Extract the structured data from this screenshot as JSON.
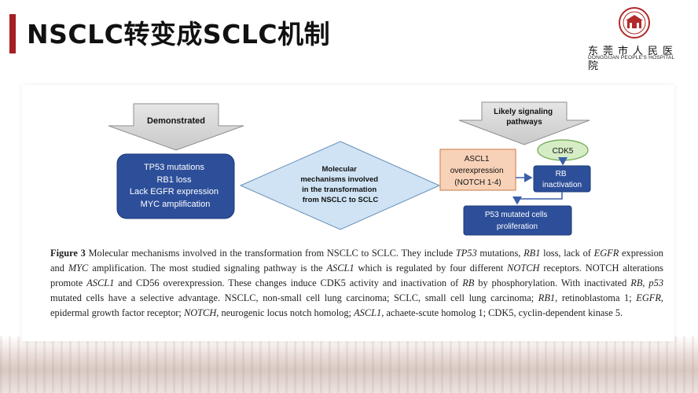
{
  "slide": {
    "title": "NSCLC转变成SCLC机制"
  },
  "logo": {
    "name_cn": "东莞市人民医院",
    "name_en": "DONGGUAN PEOPLE'S HOSPITAL"
  },
  "diagram": {
    "demonstrated_label": "Demonstrated",
    "demonstrated_items": [
      "TP53 mutations",
      "RB1 loss",
      "Lack EGFR expression",
      "MYC amplification"
    ],
    "center_label": [
      "Molecular",
      "mechanisms involved",
      "in the transformation",
      "from NSCLC to SCLC"
    ],
    "likely_label": [
      "Likely signaling",
      "pathways"
    ],
    "cdk5": "CDK5",
    "ascl1": [
      "ASCL1",
      "overexpression",
      "(NOTCH 1-4)"
    ],
    "rb": [
      "RB",
      "inactivation"
    ],
    "p53": [
      "P53 mutated cells",
      "proliferation"
    ],
    "colors": {
      "blue_box": "#2d4f9a",
      "diamond": "#cfe3f4",
      "ascl1_fill": "#f8d2b8",
      "ascl1_stroke": "#d38a5c",
      "cdk5_fill": "#d6ecc5",
      "cdk5_stroke": "#6aa64e",
      "arrow_gray": "#d8d8d8"
    }
  },
  "caption": {
    "figure_label": "Figure 3",
    "segments": [
      {
        "t": "Molecular mechanisms involved in the transformation from NSCLC to SCLC. They include ",
        "i": false
      },
      {
        "t": "TP53",
        "i": true
      },
      {
        "t": " mutations, ",
        "i": false
      },
      {
        "t": "RB1",
        "i": true
      },
      {
        "t": " loss, lack of ",
        "i": false
      },
      {
        "t": "EGFR",
        "i": true
      },
      {
        "t": " expression and ",
        "i": false
      },
      {
        "t": "MYC",
        "i": true
      },
      {
        "t": " amplification. The most studied signaling pathway is the ",
        "i": false
      },
      {
        "t": "ASCL1",
        "i": true
      },
      {
        "t": " which is regulated by four different ",
        "i": false
      },
      {
        "t": "NOTCH",
        "i": true
      },
      {
        "t": " receptors. NOTCH alterations promote ",
        "i": false
      },
      {
        "t": "ASCL1",
        "i": true
      },
      {
        "t": " and CD56 overexpression. These changes induce CDK5 activity and inactivation of ",
        "i": false
      },
      {
        "t": "RB",
        "i": true
      },
      {
        "t": " by phosphorylation. With inactivated ",
        "i": false
      },
      {
        "t": "RB",
        "i": true
      },
      {
        "t": ", ",
        "i": false
      },
      {
        "t": "p53",
        "i": true
      },
      {
        "t": " mutated cells have a selective advantage. NSCLC, non-small cell lung carcinoma; SCLC, small cell lung carcinoma; ",
        "i": false
      },
      {
        "t": "RB1",
        "i": true
      },
      {
        "t": ", retinoblastoma 1; ",
        "i": false
      },
      {
        "t": "EGFR",
        "i": true
      },
      {
        "t": ", epidermal growth factor receptor; ",
        "i": false
      },
      {
        "t": "NOTCH",
        "i": true
      },
      {
        "t": ", neurogenic locus notch homolog; ",
        "i": false
      },
      {
        "t": "ASCL1",
        "i": true
      },
      {
        "t": ", achaete-scute homolog 1; CDK5, cyclin-dependent kinase 5.",
        "i": false
      }
    ]
  }
}
